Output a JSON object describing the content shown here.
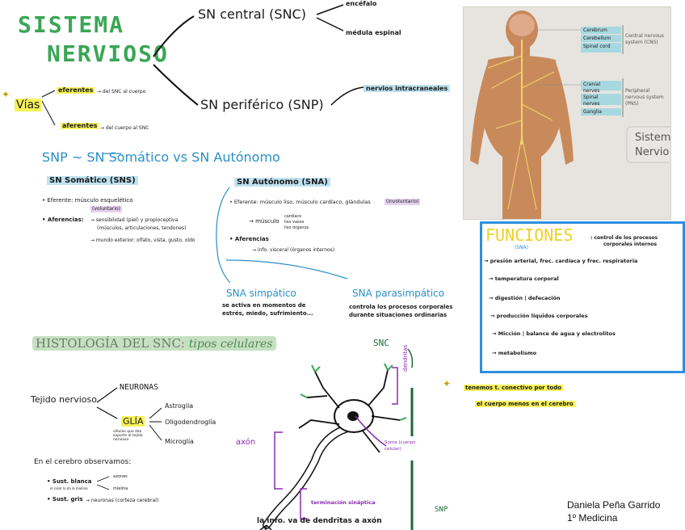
{
  "title": {
    "line1": "SISTEMA",
    "line2": "NERVIOSO"
  },
  "branches": {
    "snc": "SN central (SNC)",
    "encefalo": "encéfalo",
    "medula": "médula espinal",
    "snp": "SN periférico (SNP)",
    "nervios": "nervios intracraneales"
  },
  "vias": {
    "label": "Vías",
    "eferentes": "eferentes",
    "eferentes_desc": "→ del SNC al cuerpo",
    "aferentes": "aferentes",
    "aferentes_desc": "→ del cuerpo al SNC"
  },
  "snp_heading": "SNP ~ SN Somático vs SN Autónomo",
  "somatico": {
    "title": "SN Somático (SNS)",
    "eferente": "• Eferente: músculo esquelético",
    "eferente_sub": "(voluntario)",
    "aferencias": "• Aferencias:",
    "af1": "→ sensibilidad (piel) y propioceptiva",
    "af2": "(músculos, articulaciones, tendones)",
    "af3": "→ mundo exterior: olfato, vista, gusto, oído"
  },
  "autonomo": {
    "title": "SN Autónomo (SNA)",
    "eferente": "• Eferente: músculo liso, músculo cardíaco, glándulas",
    "eferente_sub": "(involuntario)",
    "musculo": "→ músculo",
    "mus1": "cardíaco",
    "mus2": "liso vasos",
    "mus3": "liso órganos",
    "aferencias": "• Aferencias",
    "af1": "→ info. visceral (órganos internos)"
  },
  "simpatico": {
    "title": "SNA simpático",
    "desc1": "se activa en momentos de",
    "desc2": "estrés, miedo, sufrimiento..."
  },
  "parasimpatico": {
    "title": "SNA parasimpático",
    "desc1": "controla los procesos corporales",
    "desc2": "durante situaciones ordinarias"
  },
  "image_labels": {
    "cerebrum": "Cerebrum",
    "cerebellum": "Cerebellum",
    "spinal_cord": "Spinal cord",
    "cns": "Central nervous system (CNS)",
    "cranial": "Cranial nerves",
    "spinal_nerves": "Spinal nerves",
    "ganglia": "Ganglia",
    "pns": "Peripheral nervous system (PNS)",
    "sistema1": "Sistem",
    "sistema2": "Nervio"
  },
  "funciones": {
    "title": "FUNCIONES",
    "sub": "(SNA)",
    "intro1": ": control de los procesos",
    "intro2": "corporales internos",
    "items": [
      "→ presión arterial, frec. cardíaca y frec. respiratoria",
      "→ temperatura corporal",
      "→ digestión | defecación",
      "→ producción líquidos corporales",
      "→ Micción | balance de agua y electrolitos",
      "→ metabolismo"
    ]
  },
  "histologia": {
    "title": "HISTOLOGÍA DEL SNC:",
    "subtitle": "tipos celulares",
    "tejido": "Tejido nervioso",
    "neuronas": "NEURONAS",
    "glia": "GLÍA",
    "glia_desc": "células que dan soporte al tejido nervioso",
    "astro": "Astroglía",
    "oligo": "Oligodendroglía",
    "micro": "Microglía",
    "cerebro": "En el cerebro observamos:",
    "blanca": "• Sust. blanca",
    "blanca_sub": "el color lo da la mielina",
    "axones": "axones",
    "mielina": "mielina",
    "gris": "• Sust. gris",
    "gris_desc": "→ neuronas (corteza cerebral)"
  },
  "neuron": {
    "snc": "SNC",
    "dendritas": "dendritas",
    "soma": "Soma (cuerpo celular)",
    "axon": "axón",
    "terminacion": "terminación sináptica",
    "info": "la info. va de dendritas a axón",
    "snp": "SNP",
    "tejido_conectivo1": "tenemos t. conectivo por todo",
    "tejido_conectivo2": "el cuerpo menos en el cerebro"
  },
  "signature": {
    "name": "Daniela Peña Garrido",
    "course": "1º Medicina"
  },
  "colors": {
    "title_green": "#3aa655",
    "accent_blue": "#2a8fc9",
    "highlight_yellow": "#f6f25a",
    "box_blue": "#2d8fe0"
  }
}
